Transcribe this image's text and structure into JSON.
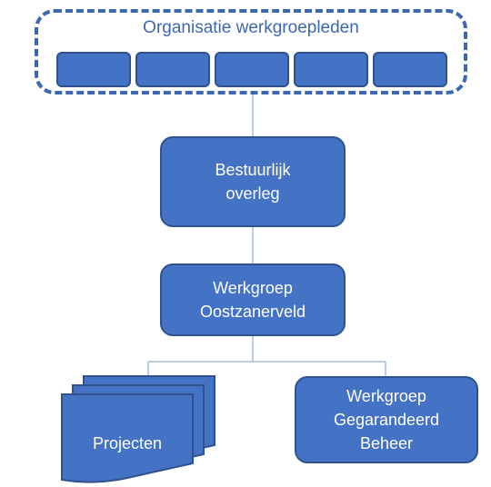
{
  "org_group": {
    "title": "Organisatie werkgroepleden",
    "member_count": 5
  },
  "bestuurlijk_overleg": {
    "line1": "Bestuurlijk",
    "line2": "overleg"
  },
  "werkgroep_oostzanerveld": {
    "line1": "Werkgroep",
    "line2": "Oostzanerveld"
  },
  "projecten": {
    "label": "Projecten"
  },
  "werkgroep_gegarandeerd_beheer": {
    "line1": "Werkgroep",
    "line2": "Gegarandeerd",
    "line3": "Beheer"
  },
  "colors": {
    "fill": "#4472c4",
    "border": "#2f528f",
    "dashed_border": "#3d68b0",
    "connector": "#a9bcdf",
    "text": "#ffffff"
  }
}
